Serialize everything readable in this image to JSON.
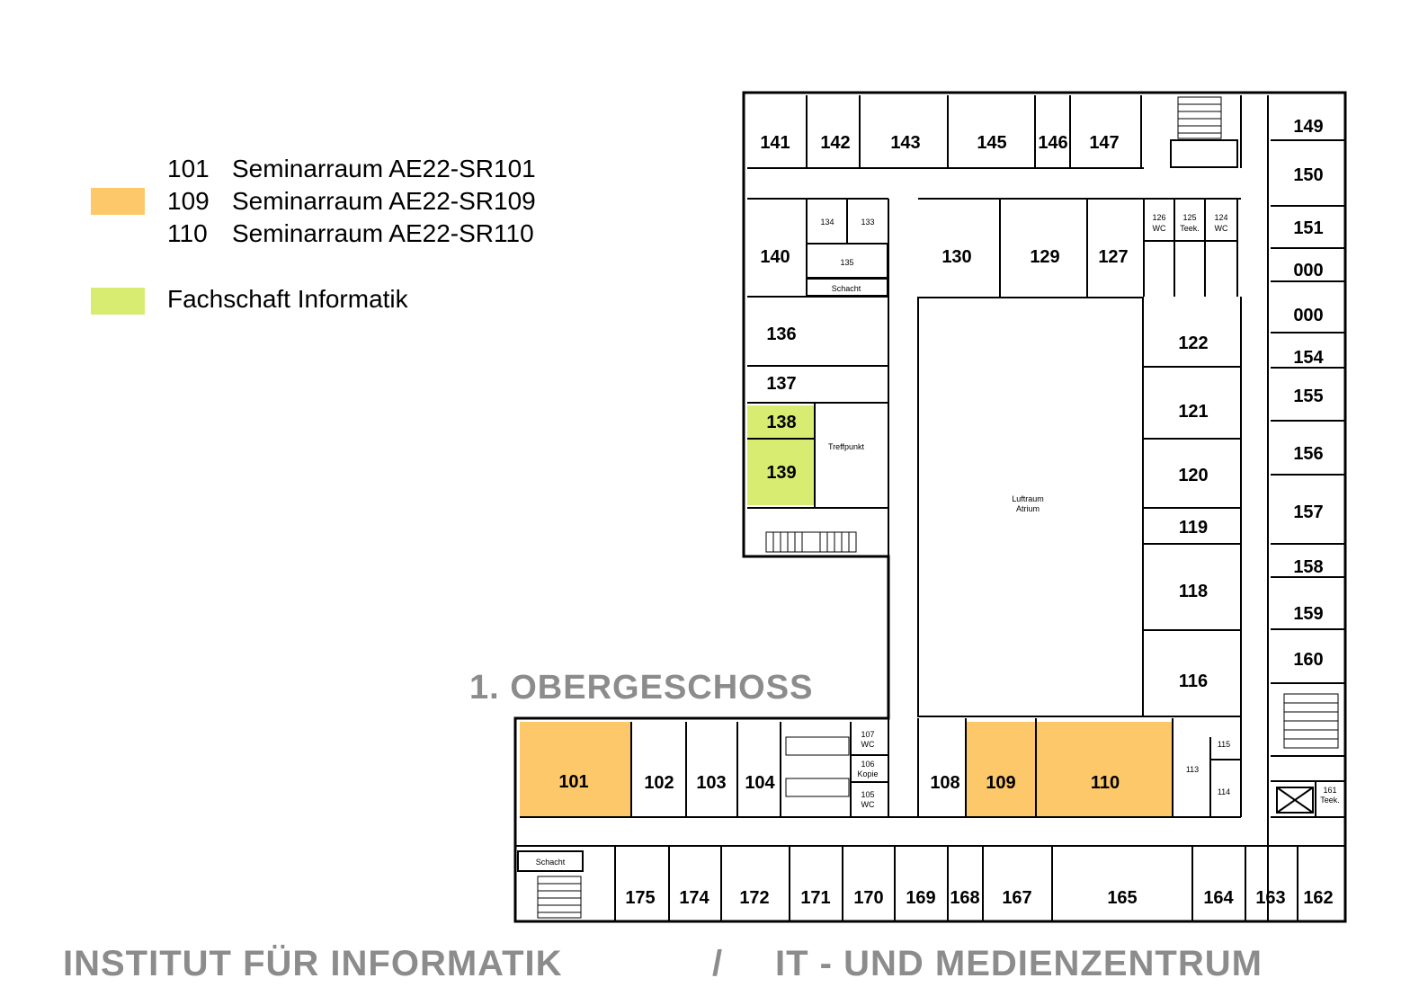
{
  "legend": {
    "rooms": [
      {
        "number": "101",
        "name": "Seminarraum AE22-SR101"
      },
      {
        "number": "109",
        "name": "Seminarraum AE22-SR109"
      },
      {
        "number": "110",
        "name": "Seminarraum AE22-SR110"
      }
    ],
    "seminar_color": "#fcc86a",
    "fachschaft": {
      "label": "Fachschaft Informatik",
      "color": "#d9ec72"
    }
  },
  "floor_title": "1. OBERGESCHOSS",
  "footer": {
    "left": "INSTITUT FÜR INFORMATIK",
    "separator": "/",
    "right": "IT - UND MEDIENZENTRUM"
  },
  "rooms": {
    "r141": "141",
    "r142": "142",
    "r143": "143",
    "r145": "145",
    "r146": "146",
    "r147": "147",
    "r149": "149",
    "r150": "150",
    "r151": "151",
    "r000a": "000",
    "r000b": "000",
    "r154": "154",
    "r155": "155",
    "r156": "156",
    "r157": "157",
    "r158": "158",
    "r159": "159",
    "r160": "160",
    "r134": "134",
    "r133": "133",
    "r135": "135",
    "schacht1": "Schacht",
    "r140": "140",
    "r130": "130",
    "r129": "129",
    "r127": "127",
    "r126": "126",
    "r126wc": "WC",
    "r125": "125",
    "r125t": "Teek.",
    "r124": "124",
    "r124wc": "WC",
    "r136": "136",
    "r137": "137",
    "r138": "138",
    "r139": "139",
    "treffpunkt": "Treffpunkt",
    "luftraum": "Luftraum",
    "atrium": "Atrium",
    "r122": "122",
    "r121": "121",
    "r120": "120",
    "r119": "119",
    "r118": "118",
    "r116": "116",
    "r101": "101",
    "r102": "102",
    "r103": "103",
    "r104": "104",
    "r107": "107",
    "r107wc": "WC",
    "r106": "106",
    "r106k": "Kopie",
    "r105": "105",
    "r105wc": "WC",
    "r108": "108",
    "r109": "109",
    "r110": "110",
    "r113": "113",
    "r115": "115",
    "r114": "114",
    "r161": "161",
    "r161t": "Teek.",
    "schacht2": "Schacht",
    "r175": "175",
    "r174": "174",
    "r172": "172",
    "r171": "171",
    "r170": "170",
    "r169": "169",
    "r168": "168",
    "r167": "167",
    "r165": "165",
    "r164": "164",
    "r163": "163",
    "r162": "162"
  }
}
